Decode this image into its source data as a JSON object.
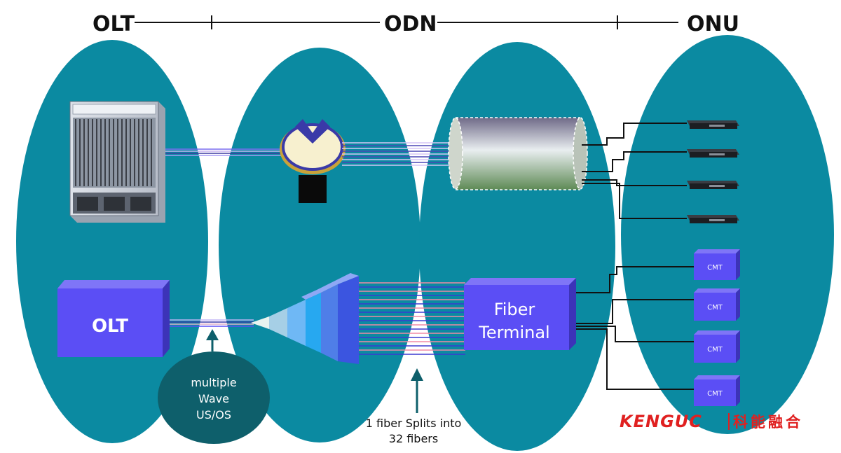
{
  "headers": {
    "olt": "OLT",
    "odn": "ODN",
    "onu": "ONU"
  },
  "olt_box_label": "OLT",
  "fiber_terminal": {
    "line1": "Fiber",
    "line2": "Terminal"
  },
  "wave_note": {
    "line1": "multiple",
    "line2": "Wave",
    "line3": "US/OS"
  },
  "split_note": {
    "line1": "1 fiber Splits into",
    "line2": "32 fibers"
  },
  "cmt_label": "CMT",
  "brand": {
    "latin": "KENGUC",
    "cjk": "科能融合"
  },
  "colors": {
    "teal": "#0b8aa1",
    "dark_teal": "#0e5f6b",
    "purple": "#5b4ef5",
    "brand_red": "#e02020"
  }
}
